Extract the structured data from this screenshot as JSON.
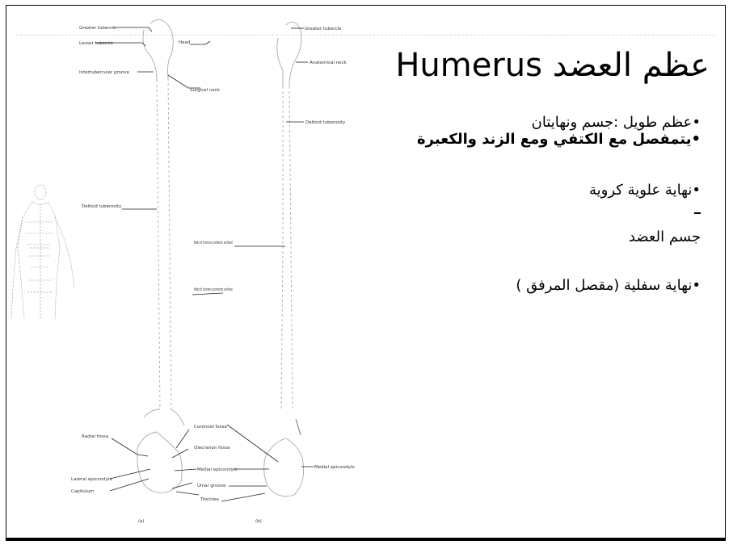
{
  "slide": {
    "title_arabic": "عظم العضد",
    "title_latin": "Humerus",
    "bullets": [
      "•عظم طويل :جسم ونهايتان",
      "•يتمفصل مع الكتفي ومع الزند والكعبرة",
      "•نهاية علوية كروية",
      "جسم العضد",
      "•نهاية سفلية  (مقصل المرفق )"
    ],
    "bullet_dash": "-"
  },
  "figure": {
    "view_labels": [
      "(a)",
      "(b)"
    ],
    "upper_labels_left": [
      "Greater tubercle",
      "Lesser tubercle",
      "Intertubercular groove"
    ],
    "upper_labels_mid": [
      "Head",
      "Surgical neck"
    ],
    "upper_labels_right": [
      "Greater tubercle",
      "Anatomical neck",
      "Deltoid tuberosity"
    ],
    "shaft_labels": [
      "Deltoid tuberosity",
      "Body of humerus (anterior surface)",
      "Body of humerus (posterior surface)"
    ],
    "lower_labels_left": [
      "Radial fossa",
      "Lateral epicondyle",
      "Capitulum"
    ],
    "lower_labels_mid": [
      "Coronoid fossa",
      "Olecranon fossa",
      "Medial epicondyle",
      "Ulnar groove",
      "Trochlea"
    ],
    "lower_labels_right": [
      "Medial epicondyle"
    ]
  }
}
